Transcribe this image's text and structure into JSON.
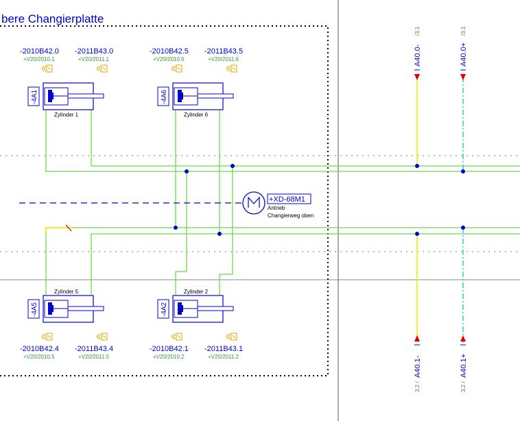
{
  "title": "bere Changierplatte",
  "colors": {
    "wire_green": "#66dd44",
    "wire_yellow": "#eeee00",
    "wire_cyan": "#00c8c8",
    "symbol_blue": "#0000cc",
    "junction_blue": "#0000cc",
    "text_green": "#339933",
    "sensor_orange": "#ddaa00",
    "frame": "#000000",
    "red_arrow": "#dd0000"
  },
  "cylinders": [
    {
      "id": "cyl1",
      "tag": "-4A1",
      "name": "Zylinder 1",
      "sensors": [
        {
          "label": "-2010B42.0",
          "ref": "+V20/2010.1"
        },
        {
          "label": "-2011B43.0",
          "ref": "+V20/2011.1"
        }
      ]
    },
    {
      "id": "cyl6",
      "tag": "-4A6",
      "name": "Zylinder 6",
      "sensors": [
        {
          "label": "-2010B42.5",
          "ref": "+V20/2010.6"
        },
        {
          "label": "-2011B43.5",
          "ref": "+V20/2011.6"
        }
      ]
    },
    {
      "id": "cyl5",
      "tag": "-4A5",
      "name": "Zylinder 5",
      "sensors": [
        {
          "label": "-2010B42.4",
          "ref": "+V20/2010.5"
        },
        {
          "label": "-2011B43.4",
          "ref": "+V20/2011.5"
        }
      ]
    },
    {
      "id": "cyl2",
      "tag": "-4A2",
      "name": "Zylinder 2",
      "sensors": [
        {
          "label": "-2010B42.1",
          "ref": "+V20/2010.2"
        },
        {
          "label": "-2011B43.1",
          "ref": "+V20/2011.2"
        }
      ]
    }
  ],
  "motor": {
    "tag": "+XD-68M1",
    "line1": "Antrieb",
    "line2": "Changierweg oben"
  },
  "connectors_top": [
    {
      "label": "A40.0-",
      "ref": "/3.1"
    },
    {
      "label": "A40.0+",
      "ref": "/3.1"
    }
  ],
  "connectors_bottom": [
    {
      "label": "A40.1-",
      "ref": "3.2 /"
    },
    {
      "label": "A40.1+",
      "ref": "3.2 /"
    }
  ]
}
